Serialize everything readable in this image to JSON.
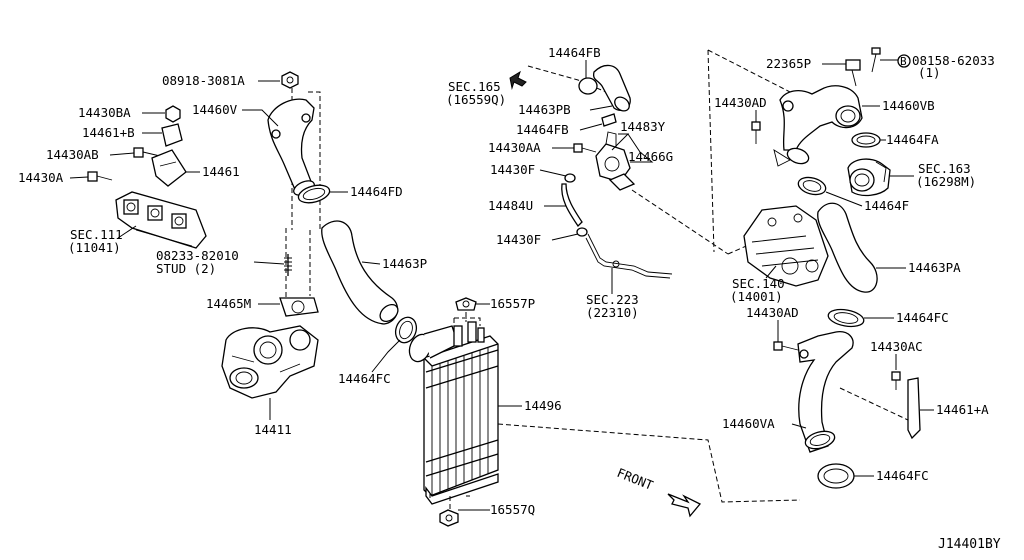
{
  "reference_code": "J14401BY",
  "front_label": "FRONT",
  "labels": {
    "p08918": "08918-3081A",
    "p14430BA": "14430BA",
    "p14461B": "14461+B",
    "p14430AB": "14430AB",
    "p14430A": "14430A",
    "p14460V": "14460V",
    "p14461": "14461",
    "sec111_a": "SEC.111",
    "sec111_b": "(11041)",
    "stud_a": "08233-82010",
    "stud_b": "STUD (2)",
    "p14465M": "14465M",
    "p14411": "14411",
    "p14464FD": "14464FD",
    "p14463P": "14463P",
    "p14464FC_l": "14464FC",
    "p16557P": "16557P",
    "p14496": "14496",
    "p16557Q": "16557Q",
    "p14464FB_t": "14464FB",
    "sec165_a": "SEC.165",
    "sec165_b": "(16559Q)",
    "p14463PB": "14463PB",
    "p14464FB_m": "14464FB",
    "p14483Y": "14483Y",
    "p14430AA": "14430AA",
    "p14466G": "14466G",
    "p14430F_a": "14430F",
    "p14484U": "14484U",
    "p14430F_b": "14430F",
    "sec223_a": "SEC.223",
    "sec223_b": "(22310)",
    "p22365P": "22365P",
    "b_circle": "B",
    "p08158": "08158-62033",
    "p08158_qty": "(1)",
    "p14430AD_t": "14430AD",
    "p14460VB": "14460VB",
    "p14464FA": "14464FA",
    "sec163_a": "SEC.163",
    "sec163_b": "(16298M)",
    "p14464F": "14464F",
    "p14463PA": "14463PA",
    "sec140_a": "SEC.140",
    "sec140_b": "(14001)",
    "p14430AD_b": "14430AD",
    "p14464FC_r": "14464FC",
    "p14430AC": "14430AC",
    "p14461A": "14461+A",
    "p14460VA": "14460VA",
    "p14464FC_br": "14464FC"
  }
}
